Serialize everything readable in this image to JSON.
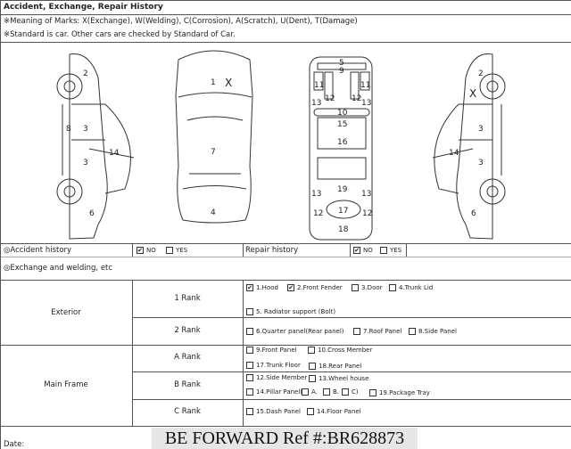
{
  "header": {
    "title": "Accident, Exchange, Repair History",
    "marks_note": "※Meaning of Marks: X(Exchange), W(Welding), C(Corrosion), A(Scratch), U(Dent), T(Damage)",
    "standard_note": "※Standard is car. Other cars are checked by Standard of Car."
  },
  "diagram": {
    "side_left": {
      "labels": [
        "2",
        "8",
        "3",
        "3",
        "14",
        "6"
      ]
    },
    "top": {
      "labels": [
        "1",
        "X",
        "7",
        "4"
      ]
    },
    "under": {
      "labels": [
        "5",
        "9",
        "11",
        "11",
        "12",
        "12",
        "13",
        "13",
        "10",
        "15",
        "16",
        "19",
        "13",
        "13",
        "12",
        "12",
        "17",
        "18"
      ]
    },
    "side_right": {
      "labels": [
        "2",
        "X",
        "3",
        "3",
        "14",
        "6"
      ]
    }
  },
  "accident": {
    "label": "◎Accident history",
    "no": "NO",
    "yes": "YES",
    "no_checked": true,
    "yes_checked": false
  },
  "repair": {
    "label": "Repair history",
    "no": "NO",
    "yes": "YES",
    "no_checked": true,
    "yes_checked": false
  },
  "exchange": {
    "label": "◎Exchange and welding, etc"
  },
  "exterior": {
    "label": "Exterior",
    "rank1": {
      "label": "1 Rank",
      "options": [
        {
          "label": "1.Hood",
          "checked": true
        },
        {
          "label": "2.Front Fender",
          "checked": true
        },
        {
          "label": "3.Door",
          "checked": false
        },
        {
          "label": "4.Trunk Lid",
          "checked": false
        },
        {
          "label": "5. Radiator support (Bolt)",
          "checked": false
        }
      ]
    },
    "rank2": {
      "label": "2 Rank",
      "options": [
        {
          "label": "6.Quarter panel(Rear panel)",
          "checked": false
        },
        {
          "label": "7.Roof Panel",
          "checked": false
        },
        {
          "label": "8.Side Panel",
          "checked": false
        }
      ]
    }
  },
  "main_frame": {
    "label": "Main Frame",
    "rankA": {
      "label": "A Rank",
      "options": [
        {
          "label": "9.Front Panel"
        },
        {
          "label": "10.Cross Member"
        },
        {
          "label": "17.Trunk Floor"
        },
        {
          "label": "18.Rear Panel"
        }
      ]
    },
    "rankB": {
      "label": "B Rank",
      "options": [
        {
          "label": "12.Side Member"
        },
        {
          "label": "13.Wheel house"
        },
        {
          "label": "14.Pillar Panel("
        },
        {
          "label": "A."
        },
        {
          "label": "B."
        },
        {
          "label": "C)"
        },
        {
          "label": "19.Package Tray"
        }
      ]
    },
    "rankC": {
      "label": "C Rank",
      "options": [
        {
          "label": "15.Dash Panel"
        },
        {
          "label": "14.Floor Panel"
        }
      ]
    }
  },
  "footer": {
    "date_label": "Date:"
  },
  "watermark": "BE FORWARD Ref #:BR628873"
}
